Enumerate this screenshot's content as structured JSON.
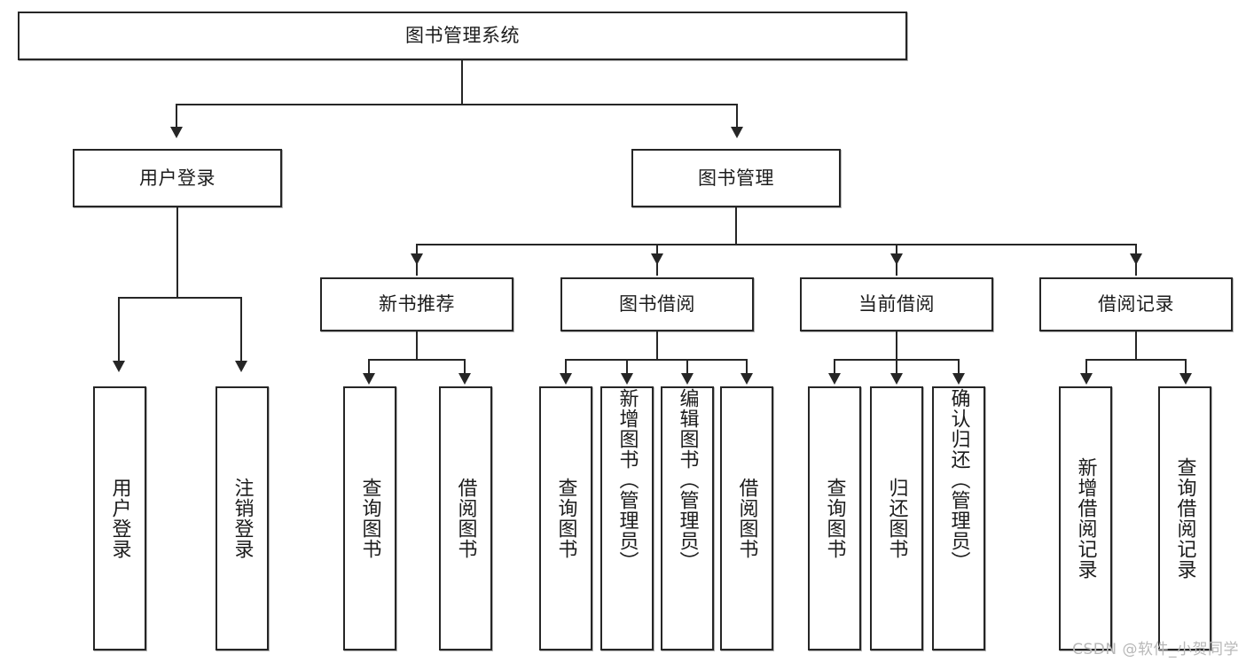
{
  "diagram": {
    "type": "tree-hierarchy",
    "title": "图书管理系统",
    "watermark": "CSDN @软件_小贺同学",
    "colors": {
      "box_border": "#262626",
      "box_fill": "#ffffff",
      "text": "#1c1c1c",
      "connector": "#262626",
      "watermark": "#b8b8b8",
      "background": "#ffffff"
    },
    "root": {
      "label": "图书管理系统"
    },
    "level2": [
      {
        "label": "用户登录"
      },
      {
        "label": "图书管理"
      }
    ],
    "level3": [
      {
        "label": "新书推荐"
      },
      {
        "label": "图书借阅"
      },
      {
        "label": "当前借阅"
      },
      {
        "label": "借阅记录"
      }
    ],
    "groups": [
      {
        "parent": "用户登录",
        "leaves": [
          {
            "label": "用户登录"
          },
          {
            "label": "注销登录"
          }
        ]
      },
      {
        "parent": "新书推荐",
        "leaves": [
          {
            "label": "查询图书"
          },
          {
            "label": "借阅图书"
          }
        ]
      },
      {
        "parent": "图书借阅",
        "leaves": [
          {
            "label": "查询图书"
          },
          {
            "label": "新增图书（管理员）"
          },
          {
            "label": "编辑图书（管理员）"
          },
          {
            "label": "借阅图书"
          }
        ]
      },
      {
        "parent": "当前借阅",
        "leaves": [
          {
            "label": "查询图书"
          },
          {
            "label": "归还图书"
          },
          {
            "label": "确认归还（管理员）"
          }
        ]
      },
      {
        "parent": "借阅记录",
        "leaves": [
          {
            "label": "新增借阅记录"
          },
          {
            "label": "查询借阅记录"
          }
        ]
      }
    ]
  }
}
